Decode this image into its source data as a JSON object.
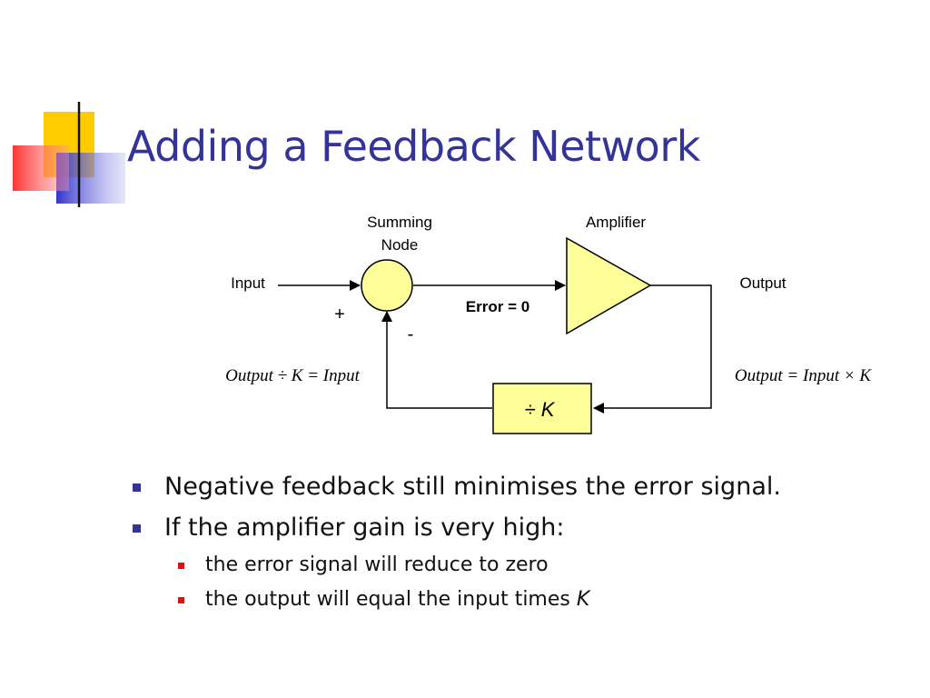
{
  "slide": {
    "title": "Adding a Feedback Network"
  },
  "diagram": {
    "summing_label_line1": "Summing",
    "summing_label_line2": "Node",
    "amplifier_label": "Amplifier",
    "input_label": "Input",
    "output_label": "Output",
    "plus_sign": "+",
    "minus_sign": "-",
    "error_label": "Error = 0",
    "feedback_block": "÷ K",
    "left_equation": "Output ÷ K = Input",
    "right_equation": "Output = Input × K"
  },
  "bullets": [
    {
      "text": "Negative feedback still minimises the error signal."
    },
    {
      "text": "If the amplifier gain is very high:",
      "sub": [
        {
          "text": "the error signal will reduce to zero"
        },
        {
          "text": "the output will equal the input times ",
          "var": "K"
        }
      ]
    }
  ],
  "colors": {
    "title": "#333399",
    "node_fill": "#ffff99",
    "bullet_primary": "#333399",
    "bullet_secondary": "#e01010"
  }
}
